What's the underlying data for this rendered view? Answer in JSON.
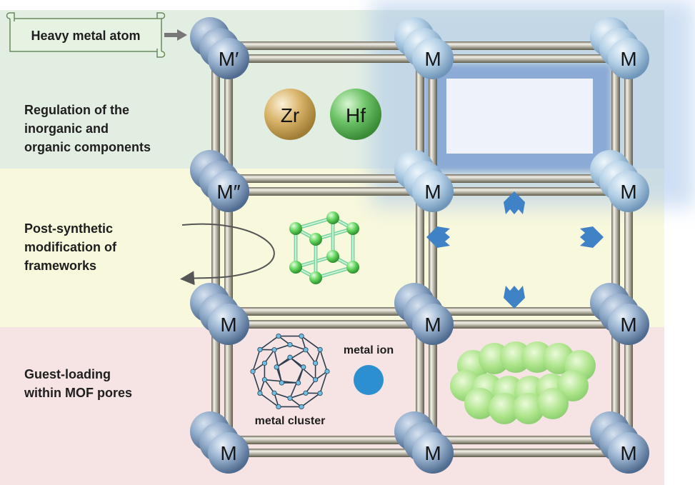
{
  "banner": {
    "text": "Heavy metal atom"
  },
  "bands": [
    {
      "lines": [
        "Regulation of the",
        "inorganic and",
        "organic components"
      ],
      "color": "#e3eee3"
    },
    {
      "lines": [
        "Post-synthetic",
        "modification of",
        "frameworks"
      ],
      "color": "#f8f8dc"
    },
    {
      "lines": [
        "Guest-loading",
        "within MOF pores"
      ],
      "color": "#f6e4e4"
    }
  ],
  "nodes": {
    "row0": [
      "M′",
      "M",
      "M"
    ],
    "row1": [
      "M″",
      "M",
      "M"
    ],
    "row2": [
      "M",
      "M",
      "M"
    ],
    "row3": [
      "M",
      "M",
      "M"
    ]
  },
  "spheres": {
    "zr": "Zr",
    "hf": "Hf"
  },
  "guests": {
    "metal_ion": "metal ion",
    "metal_cluster": "metal cluster"
  },
  "colors": {
    "node": "#8ea9c8",
    "zr": "#d9b46a",
    "hf": "#6ec468",
    "arrows": "#3f82c6",
    "metal_ion": "#2b8fd0",
    "guest_molecule": "#8ee06a",
    "highlight": "#a9c6ea"
  }
}
